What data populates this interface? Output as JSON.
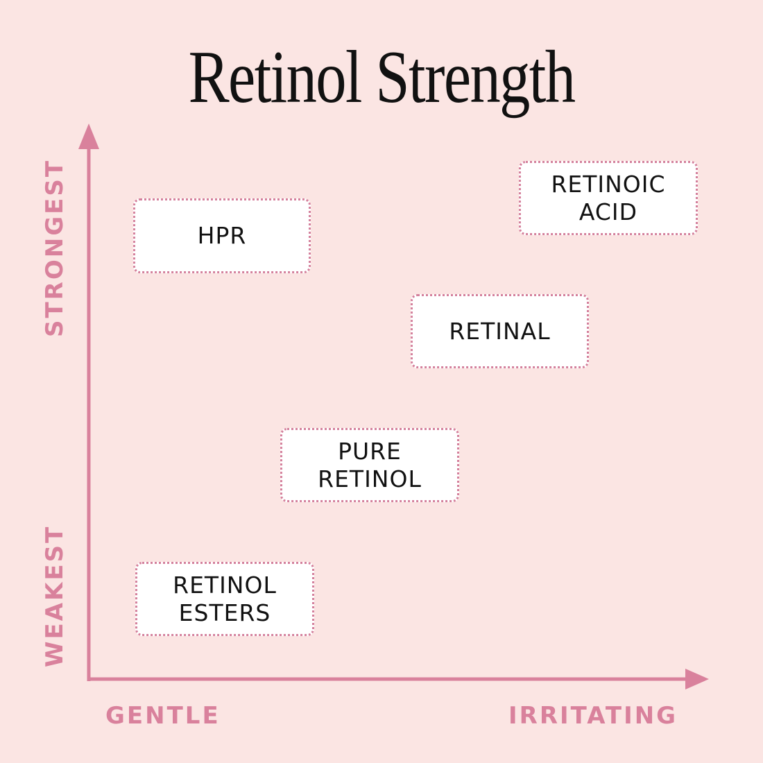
{
  "title": "Retinol Strength",
  "colors": {
    "background": "#fbe5e3",
    "axis": "#d9819c",
    "box_border": "#d4809c",
    "box_fill": "#ffffff",
    "text": "#111111"
  },
  "axes": {
    "y_top_label": "STRONGEST",
    "y_bottom_label": "WEAKEST",
    "x_left_label": "GENTLE",
    "x_right_label": "IRRITATING"
  },
  "items": [
    {
      "label": "HPR",
      "strength": "strong",
      "irritation": "gentle"
    },
    {
      "label": "RETINOIC\nACID",
      "strength": "strongest",
      "irritation": "most irritating"
    },
    {
      "label": "RETINAL",
      "strength": "strong",
      "irritation": "moderately irritating"
    },
    {
      "label": "PURE\nRETINOL",
      "strength": "moderate",
      "irritation": "moderate"
    },
    {
      "label": "RETINOL\nESTERS",
      "strength": "weakest",
      "irritation": "gentle"
    }
  ]
}
